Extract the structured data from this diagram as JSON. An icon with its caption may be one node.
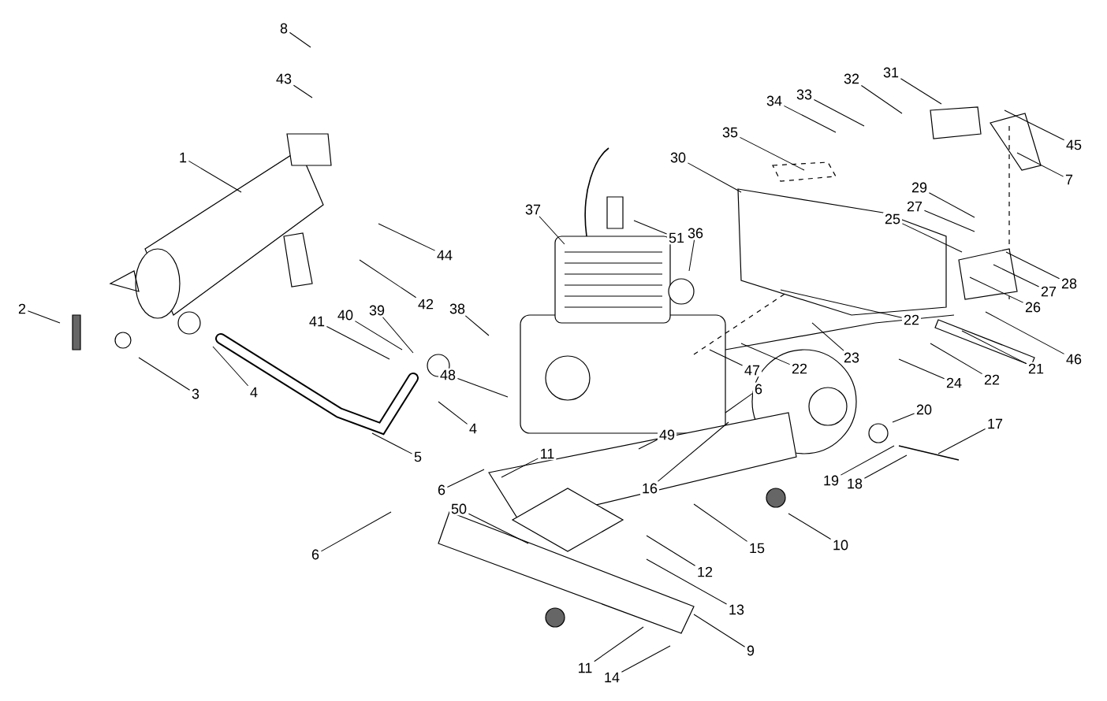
{
  "diagram": {
    "nodes": [
      {
        "text": [
          "8"
        ]
      },
      {
        "text": [
          "43"
        ]
      },
      {
        "text": [
          "1"
        ]
      },
      {
        "text": [
          "44"
        ]
      },
      {
        "text": [
          "2"
        ]
      },
      {
        "text": [
          "42"
        ]
      },
      {
        "text": [
          "38"
        ]
      },
      {
        "text": [
          "37"
        ]
      },
      {
        "text": [
          "41"
        ]
      },
      {
        "text": [
          "40"
        ]
      },
      {
        "text": [
          "39"
        ]
      },
      {
        "text": [
          "3"
        ]
      },
      {
        "text": [
          "4"
        ]
      },
      {
        "text": [
          "4"
        ]
      },
      {
        "text": [
          "48"
        ]
      },
      {
        "text": [
          "5"
        ]
      },
      {
        "text": [
          "51"
        ]
      },
      {
        "text": [
          "36"
        ]
      },
      {
        "text": [
          "30"
        ]
      },
      {
        "text": [
          "35"
        ]
      },
      {
        "text": [
          "34"
        ]
      },
      {
        "text": [
          "33"
        ]
      },
      {
        "text": [
          "32"
        ]
      },
      {
        "text": [
          "31"
        ]
      },
      {
        "text": [
          "45"
        ]
      },
      {
        "text": [
          "7"
        ]
      },
      {
        "text": [
          "29"
        ]
      },
      {
        "text": [
          "27"
        ]
      },
      {
        "text": [
          "25"
        ]
      },
      {
        "text": [
          "28"
        ]
      },
      {
        "text": [
          "27"
        ]
      },
      {
        "text": [
          "26"
        ]
      },
      {
        "text": [
          "22"
        ]
      },
      {
        "text": [
          "22"
        ]
      },
      {
        "text": [
          "23"
        ]
      },
      {
        "text": [
          "24"
        ]
      },
      {
        "text": [
          "22"
        ]
      },
      {
        "text": [
          "21"
        ]
      },
      {
        "text": [
          "46"
        ]
      },
      {
        "text": [
          "47"
        ]
      },
      {
        "text": [
          "6"
        ]
      },
      {
        "text": [
          "20"
        ]
      },
      {
        "text": [
          "17"
        ]
      },
      {
        "text": [
          "19"
        ]
      },
      {
        "text": [
          "18"
        ]
      },
      {
        "text": [
          "49"
        ]
      },
      {
        "text": [
          "16"
        ]
      },
      {
        "text": [
          "11"
        ]
      },
      {
        "text": [
          "6"
        ]
      },
      {
        "text": [
          "15"
        ]
      },
      {
        "text": [
          "10"
        ]
      },
      {
        "text": [
          "50"
        ]
      },
      {
        "text": [
          "6"
        ]
      },
      {
        "text": [
          "12"
        ]
      },
      {
        "text": [
          "13"
        ]
      },
      {
        "text": [
          "9"
        ]
      },
      {
        "text": [
          "11"
        ]
      },
      {
        "text": [
          "14"
        ]
      }
    ],
    "edges": [
      {
        "from": 0,
        "to": null,
        "arrow": "none"
      },
      {
        "from": 1,
        "to": null,
        "arrow": "none"
      },
      {
        "from": 2,
        "to": null,
        "arrow": "none"
      },
      {
        "from": 3,
        "to": null,
        "arrow": "none"
      },
      {
        "from": 4,
        "to": null,
        "arrow": "none"
      },
      {
        "from": 5,
        "to": null,
        "arrow": "none"
      },
      {
        "from": 6,
        "to": null,
        "arrow": "none"
      },
      {
        "from": 7,
        "to": null,
        "arrow": "none"
      },
      {
        "from": 8,
        "to": null,
        "arrow": "none"
      },
      {
        "from": 9,
        "to": null,
        "arrow": "none"
      },
      {
        "from": 10,
        "to": null,
        "arrow": "none"
      },
      {
        "from": 11,
        "to": null,
        "arrow": "none"
      },
      {
        "from": 12,
        "to": null,
        "arrow": "none"
      },
      {
        "from": 13,
        "to": null,
        "arrow": "none"
      },
      {
        "from": 14,
        "to": null,
        "arrow": "none"
      },
      {
        "from": 15,
        "to": null,
        "arrow": "none"
      },
      {
        "from": 16,
        "to": null,
        "arrow": "none"
      },
      {
        "from": 17,
        "to": null,
        "arrow": "none"
      },
      {
        "from": 18,
        "to": null,
        "arrow": "none"
      },
      {
        "from": 19,
        "to": null,
        "arrow": "none"
      },
      {
        "from": 20,
        "to": null,
        "arrow": "none"
      },
      {
        "from": 21,
        "to": null,
        "arrow": "none"
      },
      {
        "from": 22,
        "to": null,
        "arrow": "none"
      },
      {
        "from": 23,
        "to": null,
        "arrow": "none"
      },
      {
        "from": 24,
        "to": null,
        "arrow": "none"
      },
      {
        "from": 25,
        "to": null,
        "arrow": "none"
      },
      {
        "from": 26,
        "to": null,
        "arrow": "none"
      },
      {
        "from": 27,
        "to": null,
        "arrow": "none"
      },
      {
        "from": 28,
        "to": null,
        "arrow": "none"
      },
      {
        "from": 29,
        "to": null,
        "arrow": "none"
      },
      {
        "from": 30,
        "to": null,
        "arrow": "none"
      },
      {
        "from": 31,
        "to": null,
        "arrow": "none"
      },
      {
        "from": 32,
        "to": null,
        "arrow": "none"
      },
      {
        "from": 33,
        "to": null,
        "arrow": "none"
      },
      {
        "from": 34,
        "to": null,
        "arrow": "none"
      },
      {
        "from": 35,
        "to": null,
        "arrow": "none"
      },
      {
        "from": 36,
        "to": null,
        "arrow": "none"
      },
      {
        "from": 37,
        "to": null,
        "arrow": "none"
      },
      {
        "from": 38,
        "to": null,
        "arrow": "none"
      },
      {
        "from": 39,
        "to": null,
        "arrow": "none"
      },
      {
        "from": 40,
        "to": null,
        "arrow": "none"
      },
      {
        "from": 41,
        "to": null,
        "arrow": "none"
      },
      {
        "from": 42,
        "to": null,
        "arrow": "none"
      },
      {
        "from": 43,
        "to": null,
        "arrow": "none"
      },
      {
        "from": 44,
        "to": null,
        "arrow": "none"
      },
      {
        "from": 45,
        "to": null,
        "arrow": "none"
      },
      {
        "from": 46,
        "to": null,
        "arrow": "none"
      },
      {
        "from": 47,
        "to": null,
        "arrow": "none"
      },
      {
        "from": 48,
        "to": null,
        "arrow": "none"
      },
      {
        "from": 49,
        "to": null,
        "arrow": "none"
      },
      {
        "from": 50,
        "to": null,
        "arrow": "none"
      },
      {
        "from": 51,
        "to": null,
        "arrow": "none"
      },
      {
        "from": 52,
        "to": null,
        "arrow": "none"
      },
      {
        "from": 53,
        "to": null,
        "arrow": "none"
      },
      {
        "from": 54,
        "to": null,
        "arrow": "none"
      },
      {
        "from": 55,
        "to": null,
        "arrow": "none"
      },
      {
        "from": 56,
        "to": null,
        "arrow": "none"
      },
      {
        "from": 57,
        "to": null,
        "arrow": "none"
      }
    ]
  }
}
